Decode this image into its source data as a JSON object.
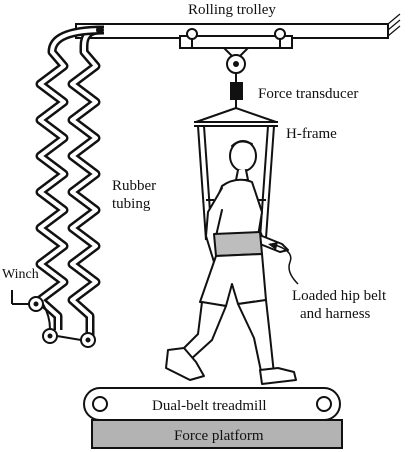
{
  "diagram": {
    "labels": {
      "rolling_trolley": "Rolling trolley",
      "force_transducer": "Force transducer",
      "h_frame": "H-frame",
      "rubber_tubing_line1": "Rubber",
      "rubber_tubing_line2": "tubing",
      "winch": "Winch",
      "hip_belt_line1": "Loaded hip belt",
      "hip_belt_line2": "and harness",
      "treadmill": "Dual-belt treadmill",
      "force_platform": "Force platform"
    },
    "colors": {
      "ink": "#111111",
      "platform_fill": "#b3b3b3",
      "belt_fill": "#bdbdbd",
      "background": "#ffffff"
    }
  }
}
